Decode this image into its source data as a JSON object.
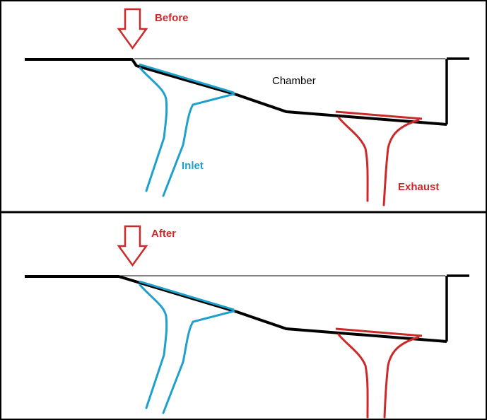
{
  "colors": {
    "outline": "#000000",
    "inlet": "#1fa0cc",
    "exhaust": "#cc2a2a",
    "label_red": "#cc2a2a",
    "frame": "#000000"
  },
  "icons": {
    "arrow": "down-arrow-icon"
  },
  "top_panel": {
    "title": "Before",
    "chamber_label": "Chamber",
    "inlet_label": "Inlet",
    "exhaust_label": "Exhaust"
  },
  "bottom_panel": {
    "title": "After"
  }
}
